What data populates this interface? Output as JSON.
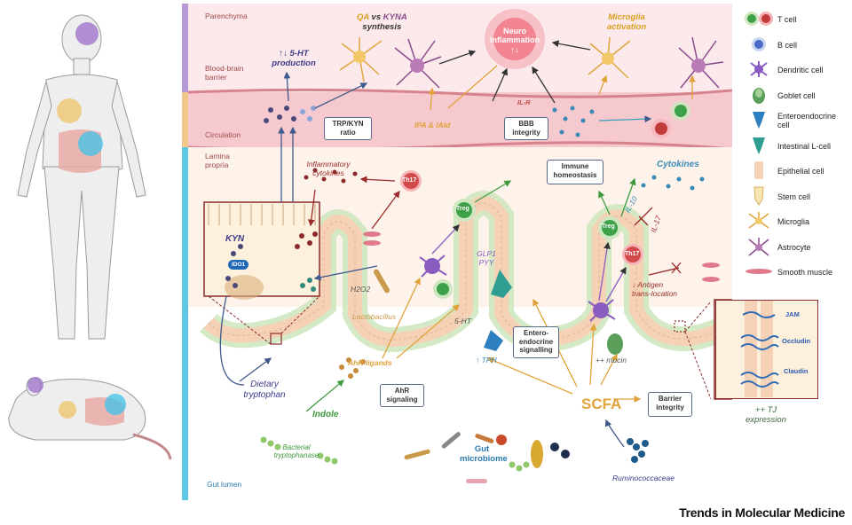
{
  "zones": {
    "parenchyma": "Parenchyma",
    "bbb": "Blood-brain barrier",
    "circulation": "Circulation",
    "lamina": "Lamina propria",
    "lumen": "Gut lumen"
  },
  "labels": {
    "qa_kyna": "QA vs KYNA synthesis",
    "qa_part": "QA",
    "vs_part": " vs ",
    "kyna_part": "KYNA",
    "synthesis": "synthesis",
    "neuroinflammation": "Neuro inflammation",
    "neuro_arrows": "↑↓",
    "microglia_activation": "Microglia activation",
    "ht_production": "↑↓ 5-HT production",
    "trp_kyn": "TRP/KYN ratio",
    "ipa_iald": "IPA & IAld",
    "il_r": "IL-R",
    "bbb_integrity": "BBB integrity",
    "inflammatory_cytokines": "Inflammatory cytokines",
    "th17": "Th17",
    "immune_homeostasis": "Immune homeostasis",
    "cytokines": "Cytokines",
    "treg": "Treg",
    "il10": "IL-10",
    "il17": "IL-17",
    "kyn": "KYN",
    "ido1": "IDO1",
    "h2o2": "H2O2",
    "lactobacillus": "Lactobacillus",
    "glp1_pyy": "GLP1 PYY",
    "ht5": "5-HT",
    "antigen": "↓ Antigen trans-location",
    "ahr_ligands": "AhR ligands",
    "ahr_signaling": "AhR signaling",
    "enteroendocrine_signalling": "Entero-endocrine signalling",
    "tph": "↑ TPH",
    "mucin": "++ mucin",
    "scfa": "SCFA",
    "barrier_integrity": "Barrier integrity",
    "dietary_tryptophan": "Dietary tryptophan",
    "indole": "Indole",
    "bacterial_tryptophanase": "Bacterial tryptophanase",
    "gut_microbiome": "Gut microbiome",
    "ruminococcaceae": "Ruminococcaceae",
    "jam": "JAM",
    "occludin": "Occludin",
    "claudin": "Claudin",
    "tj_expression": "++ TJ expression"
  },
  "legend": [
    {
      "label": "T cell",
      "icon": "t-cell"
    },
    {
      "label": "B cell",
      "icon": "b-cell"
    },
    {
      "label": "Dendritic cell",
      "icon": "dendritic-cell"
    },
    {
      "label": "Goblet cell",
      "icon": "goblet-cell"
    },
    {
      "label": "Enteroendocrine cell",
      "icon": "enteroendocrine-cell"
    },
    {
      "label": "Intestinal L-cell",
      "icon": "l-cell"
    },
    {
      "label": "Epithelial cell",
      "icon": "epithelial-cell"
    },
    {
      "label": "Stem cell",
      "icon": "stem-cell"
    },
    {
      "label": "Microglia",
      "icon": "microglia"
    },
    {
      "label": "Astrocyte",
      "icon": "astrocyte"
    },
    {
      "label": "Smooth muscle",
      "icon": "smooth-muscle"
    }
  ],
  "footer": "Trends in Molecular Medicine",
  "colors": {
    "parenchyma_bg": "#fbe9ec",
    "vessel": "#f6c9cf",
    "lamina_bg": "#fdf3ea",
    "lumen_bg": "#ffffff",
    "epithelium": "#f5d2b5",
    "green_glow": "#cfe7c0",
    "purple_bar": "#b69ad6",
    "yellow_bar": "#f1c98a",
    "cyan_bar": "#5fc6e4",
    "arrow_orange": "#e0a23a",
    "arrow_blue": "#3f5a8c",
    "arrow_green": "#3f9a3f",
    "arrow_red": "#9b2b2b"
  }
}
